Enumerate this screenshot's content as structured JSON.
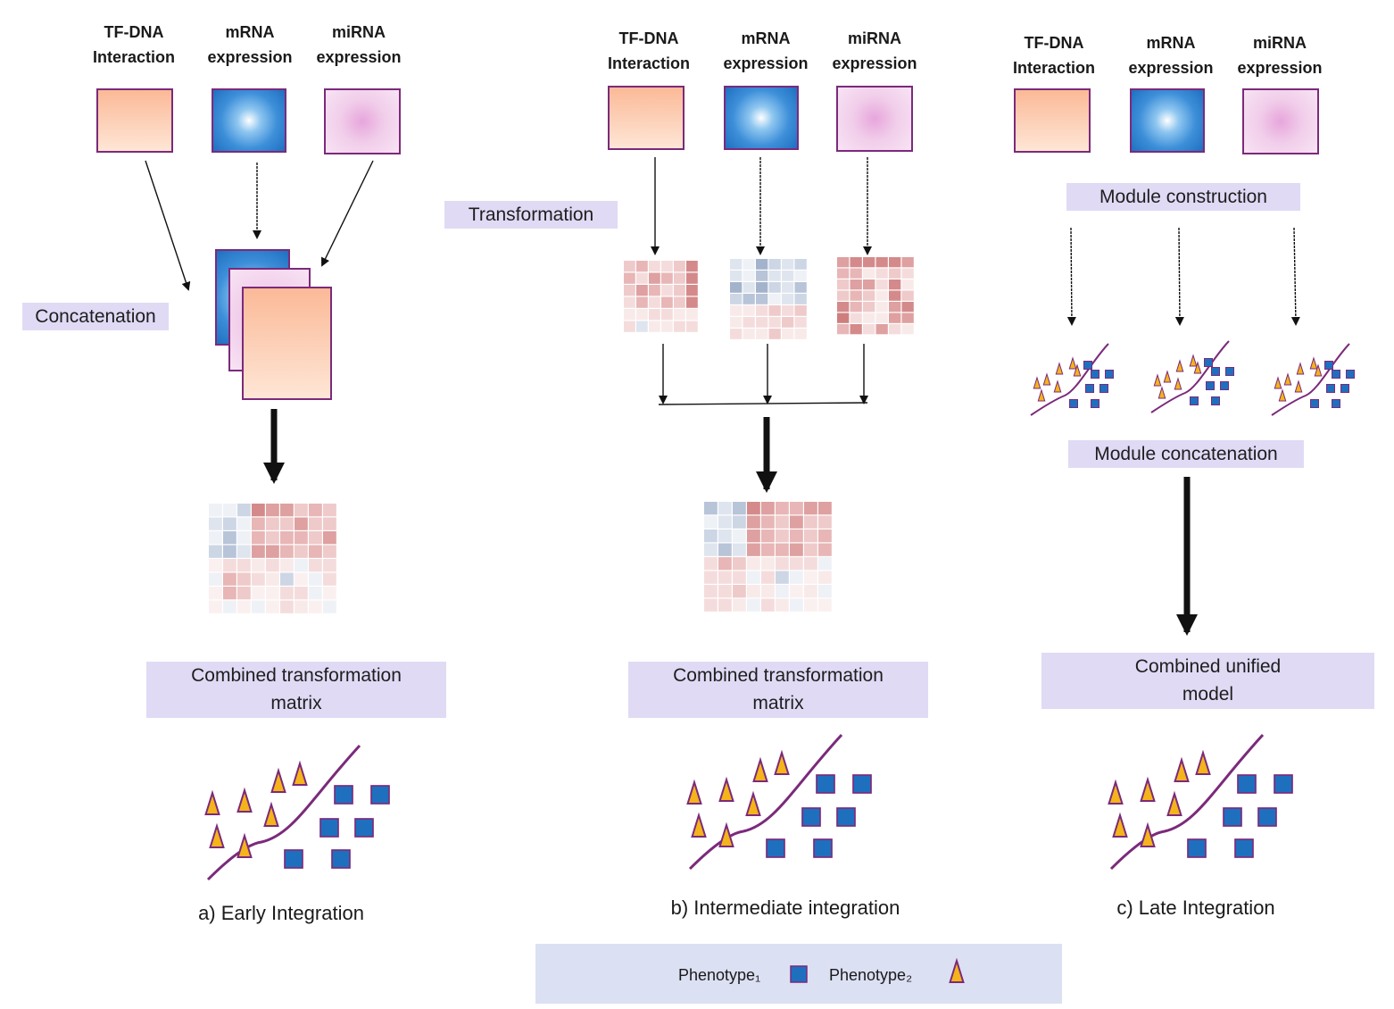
{
  "inputs": [
    {
      "key": "tf",
      "title": "TF-DNA\nInteraction"
    },
    {
      "key": "mrna",
      "title": "mRNA\nexpression"
    },
    {
      "key": "mirna",
      "title": "miRNA\nexpression"
    }
  ],
  "panel_a": {
    "step_label": "Concatenation",
    "result_label": "Combined transformation\nmatrix",
    "caption": "a) Early Integration"
  },
  "panel_b": {
    "step_label": "Transformation",
    "result_label": "Combined transformation\nmatrix",
    "caption": "b) Intermediate integration"
  },
  "panel_c": {
    "step_label": "Module construction",
    "concat_label": "Module concatenation",
    "result_label": "Combined unified\nmodel",
    "caption": "c) Late Integration"
  },
  "legend": {
    "phenotype1": "Phenotype₁",
    "phenotype2": "Phenotype₂"
  },
  "colors": {
    "border": "#7b2a7b",
    "square": "#1f6fbf",
    "triangle": "#f4b41a",
    "label_bg": "#e0daf5",
    "legend_bg": "#dce0f3"
  }
}
